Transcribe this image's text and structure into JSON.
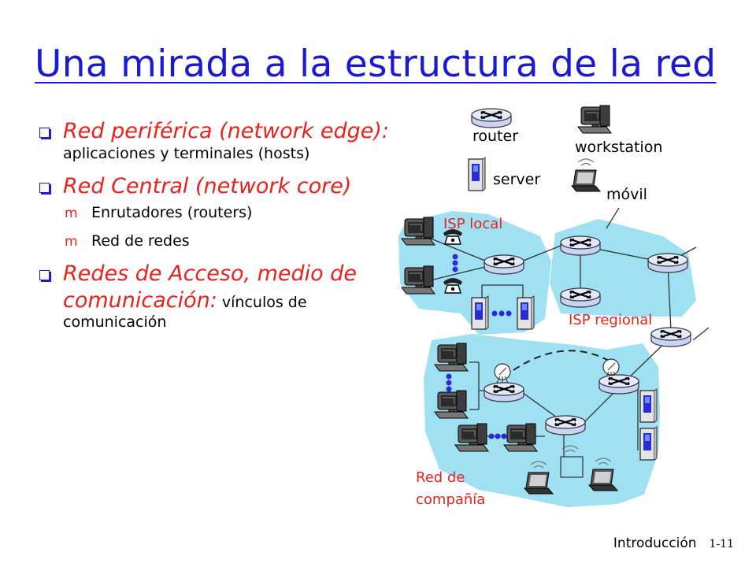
{
  "title": "Una mirada a la estructura de la red",
  "bullets": [
    {
      "highlight": "Red periférica (network edge):",
      "rest": " aplicaciones y terminales (hosts)",
      "subs": []
    },
    {
      "highlight": "Red Central (network core)",
      "rest": "",
      "subs": [
        "Enrutadores (routers)",
        "Red de redes"
      ]
    },
    {
      "highlight": "Redes de Acceso, medio de comunicación:",
      "rest": " vínculos de comunicación",
      "subs": []
    }
  ],
  "legend": {
    "router": "router",
    "workstation": "workstation",
    "server": "server",
    "mobile": "móvil"
  },
  "networks": {
    "local": "ISP local",
    "regional": "ISP regional",
    "company_line1": "Red de",
    "company_line2": "compañía"
  },
  "footer": {
    "section": "Introducción",
    "page": "1-11"
  },
  "colors": {
    "title": "#1a1ad6",
    "highlight": "#e8231c",
    "cloud": "#9fe0f2",
    "router": "#c9d4f2",
    "server": "#2a2ad8"
  }
}
